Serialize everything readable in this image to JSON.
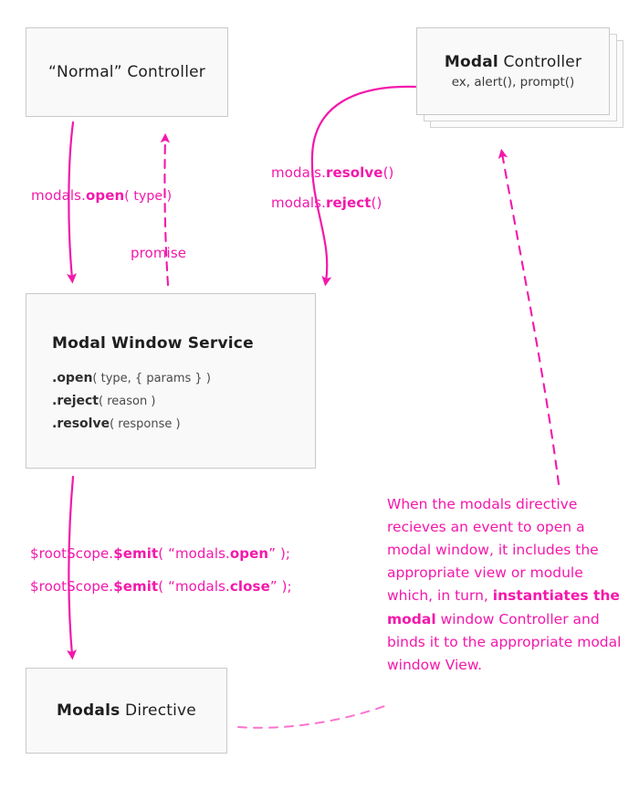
{
  "diagram": {
    "title": "AngularJS Modal Window Architecture",
    "colors": {
      "ink_pink": "#f318ab",
      "ink_pink_light": "#fb72cf",
      "box_fill": "#f9f9f9",
      "box_border": "#c9c9c9",
      "text_dark": "#1f1f1f"
    }
  },
  "nodes": {
    "normal_controller": {
      "label_quoted": "“Normal”",
      "label_rest": " Controller"
    },
    "modal_controller": {
      "label_strong": "Modal",
      "label_rest": " Controller",
      "sub": "ex, alert(), prompt()",
      "stack_count": 3
    },
    "modal_window_service": {
      "title": "Modal Window Service",
      "methods": [
        {
          "name": ".open",
          "args": "( type, { params } )"
        },
        {
          "name": ".reject",
          "args": "( reason )"
        },
        {
          "name": ".resolve",
          "args": "( response )"
        }
      ]
    },
    "modals_directive": {
      "label_strong": "Modals",
      "label_rest": " Directive"
    }
  },
  "edges": {
    "modals_open": {
      "prefix": "modals.",
      "method": "open",
      "args": "( type )"
    },
    "promise": {
      "label": "promise"
    },
    "modals_resolve": {
      "prefix": "modals.",
      "method": "resolve",
      "args": "()"
    },
    "modals_reject": {
      "prefix": "modals.",
      "method": "reject",
      "args": "()"
    },
    "emit_open": {
      "prefix": "$rootScope.",
      "method": "$emit",
      "open_paren": "( “modals.",
      "event": "open",
      "close_paren": "” );"
    },
    "emit_close": {
      "prefix": "$rootScope.",
      "method": "$emit",
      "open_paren": "( “modals.",
      "event": "close",
      "close_paren": "” );"
    }
  },
  "annotation": {
    "part1": "When the modals directive recieves an event to open a modal window, it includes the appropriate view or module which, in turn, ",
    "bold": "instantiates the modal",
    "part2": " window Controller and binds it to the appropriate modal window View."
  }
}
